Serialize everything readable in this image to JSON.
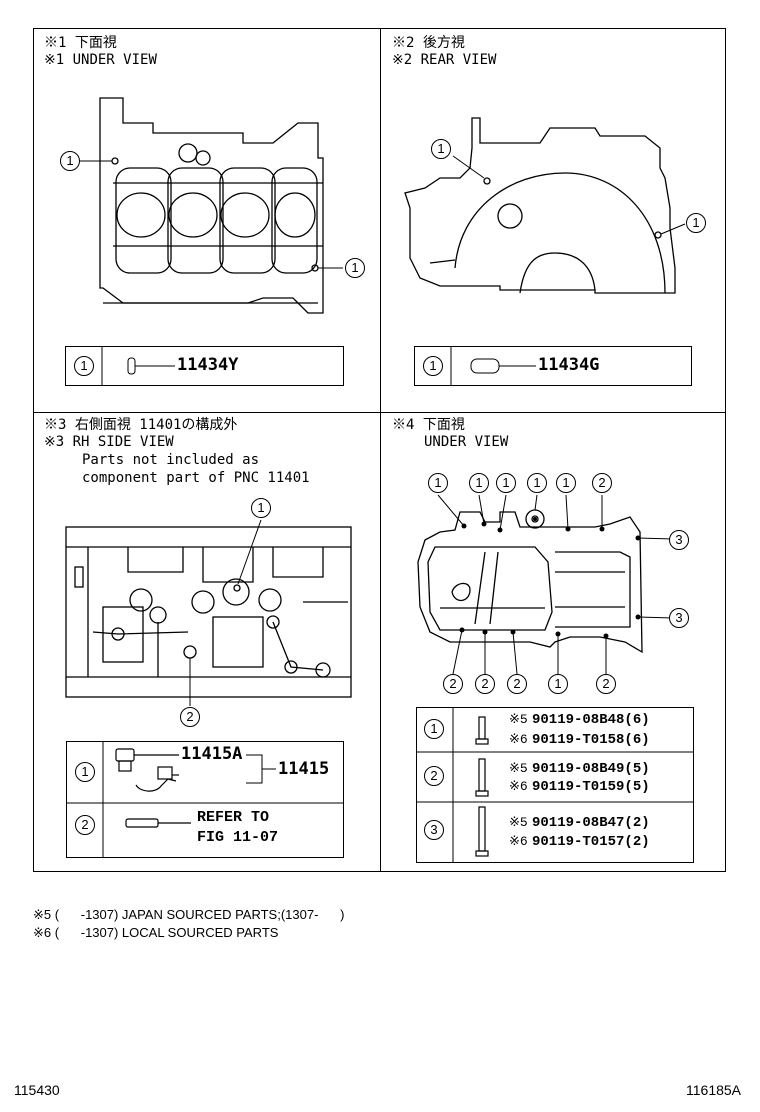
{
  "panels": {
    "p1": {
      "title_jp": "※1 下面視",
      "title_en": "※1 UNDER VIEW",
      "callout": "1",
      "part": "11434Y"
    },
    "p2": {
      "title_jp": "※2 後方視",
      "title_en": "※2 REAR VIEW",
      "callout": "1",
      "part": "11434G"
    },
    "p3": {
      "title_jp": "※3 右側面視 11401の構成外",
      "title_en": "※3 RH SIDE VIEW",
      "note1": "Parts not included as",
      "note2": "component part of PNC 11401",
      "callout1": "1",
      "callout2": "2",
      "part_a": "11415A",
      "part_b": "11415",
      "refer1": "REFER TO",
      "refer2": "FIG 11-07"
    },
    "p4": {
      "title_jp": "※4 下面視",
      "title_en": "UNDER VIEW",
      "callouts_top": [
        "1",
        "1",
        "1",
        "1",
        "1",
        "2"
      ],
      "callouts_right": [
        "3",
        "3"
      ],
      "callouts_bottom": [
        "2",
        "2",
        "2",
        "1",
        "2"
      ],
      "rows": [
        {
          "callout": "1",
          "jp": "※5",
          "jp_part": "90119-08B48(6)",
          "local": "※6",
          "local_part": "90119-T0158(6)"
        },
        {
          "callout": "2",
          "jp": "※5",
          "jp_part": "90119-08B49(5)",
          "local": "※6",
          "local_part": "90119-T0159(5)"
        },
        {
          "callout": "3",
          "jp": "※5",
          "jp_part": "90119-08B47(2)",
          "local": "※6",
          "local_part": "90119-T0157(2)"
        }
      ]
    }
  },
  "footnotes": {
    "n5": "※5 (      -1307) JAPAN SOURCED PARTS;(1307-      )",
    "n6": "※6 (      -1307) LOCAL SOURCED PARTS"
  },
  "corner": {
    "left": "115430",
    "right": "116185A"
  }
}
